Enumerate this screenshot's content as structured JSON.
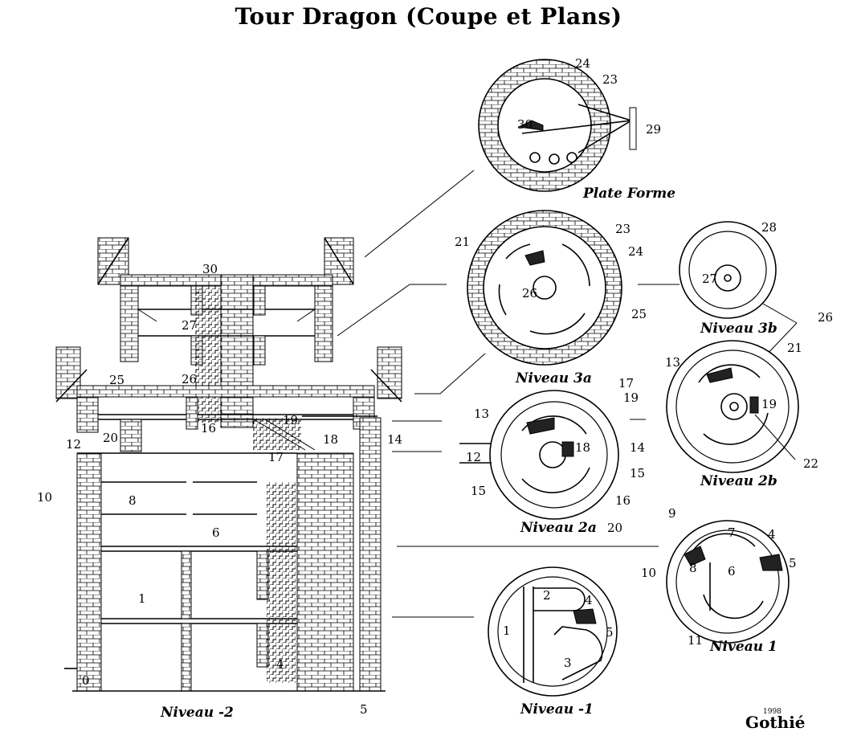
{
  "title": "Tour Dragon (Coupe et Plans)",
  "signature": "Gothié",
  "signature_year": "1998",
  "section": {
    "caption": "Niveau -2",
    "labels": [
      "30",
      "27",
      "26",
      "25",
      "16",
      "12",
      "20",
      "19",
      "18",
      "14",
      "17",
      "10",
      "8",
      "6",
      "1",
      "4",
      "0",
      "5"
    ]
  },
  "plans": {
    "plate_forme": {
      "caption": "Plate Forme",
      "labels": [
        "24",
        "23",
        "30",
        "29"
      ]
    },
    "niveau_3a": {
      "caption": "Niveau 3a",
      "labels": [
        "21",
        "23",
        "24",
        "26",
        "25"
      ]
    },
    "niveau_3b": {
      "caption": "Niveau 3b",
      "labels": [
        "28",
        "27",
        "26"
      ]
    },
    "niveau_2a": {
      "caption": "Niveau 2a",
      "labels": [
        "17",
        "19",
        "13",
        "18",
        "14",
        "12",
        "15",
        "15",
        "16",
        "20"
      ]
    },
    "niveau_2b": {
      "caption": "Niveau 2b",
      "labels": [
        "13",
        "21",
        "19",
        "22"
      ]
    },
    "niveau_1": {
      "caption": "Niveau 1",
      "labels": [
        "9",
        "7",
        "4",
        "10",
        "8",
        "6",
        "5",
        "11"
      ]
    },
    "niveau_m1": {
      "caption": "Niveau -1",
      "labels": [
        "2",
        "4",
        "1",
        "5",
        "3"
      ]
    }
  }
}
